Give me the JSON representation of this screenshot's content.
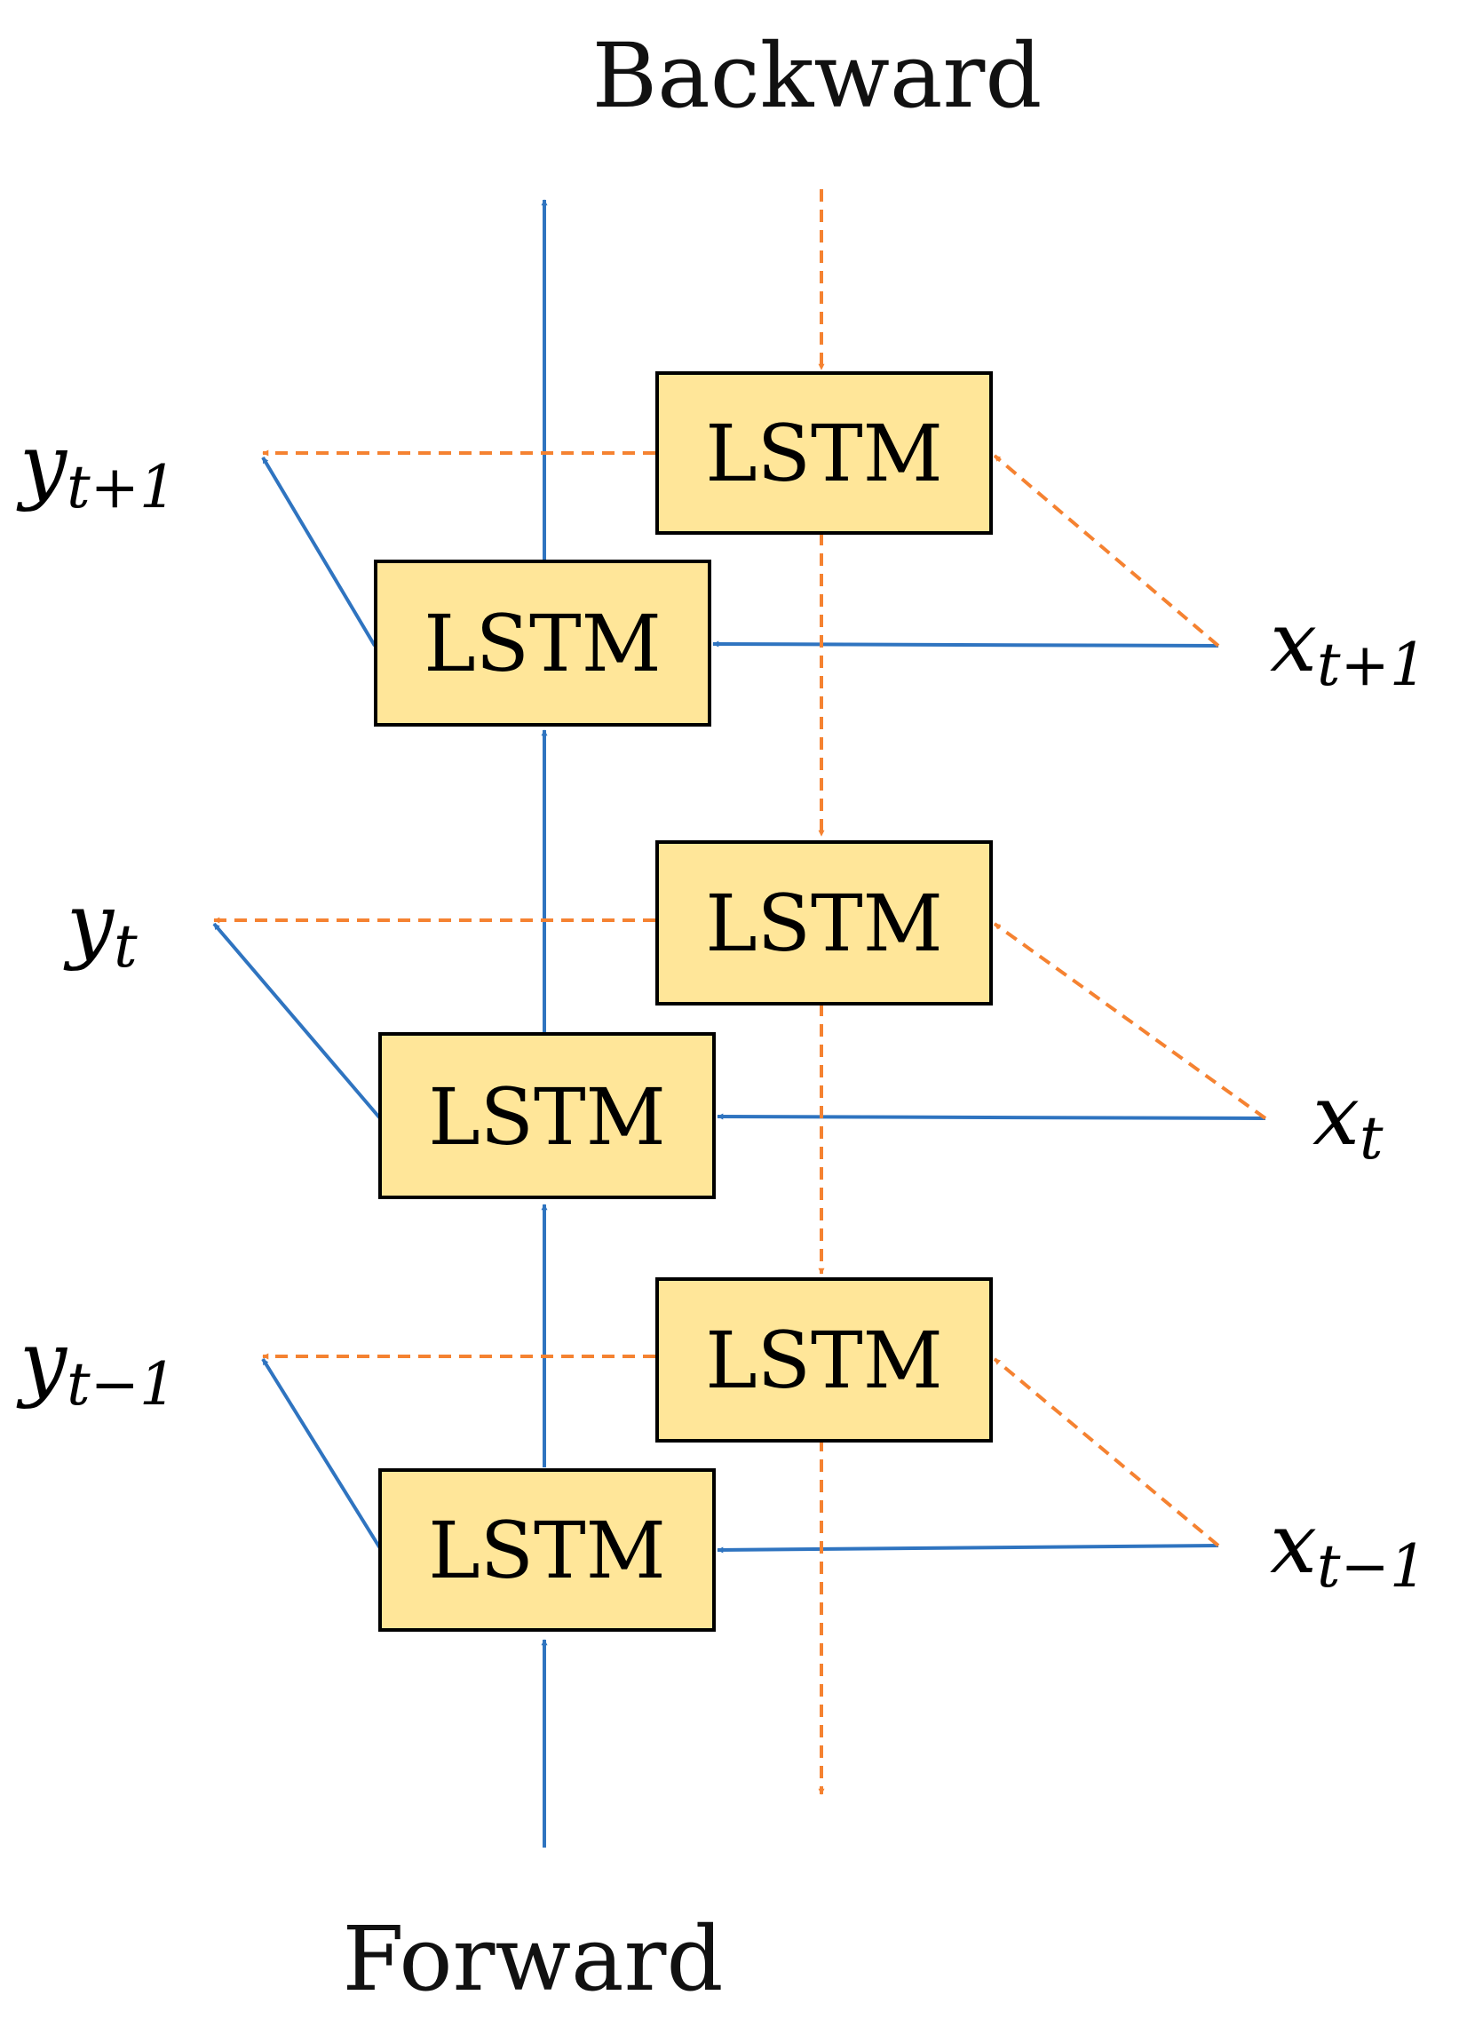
{
  "labels": {
    "backward": "Backward",
    "forward": "Forward"
  },
  "colors": {
    "forward": "#2F74C0",
    "backward": "#F58231",
    "lstm_fill": "#FFE699"
  },
  "lstm_label": "LSTM",
  "timesteps": [
    {
      "input_base": "x",
      "input_sub": "t+1",
      "output_base": "y",
      "output_sub": "t+1"
    },
    {
      "input_base": "x",
      "input_sub": "t",
      "output_base": "y",
      "output_sub": "t"
    },
    {
      "input_base": "x",
      "input_sub": "t−1",
      "output_base": "y",
      "output_sub": "t−1"
    }
  ]
}
